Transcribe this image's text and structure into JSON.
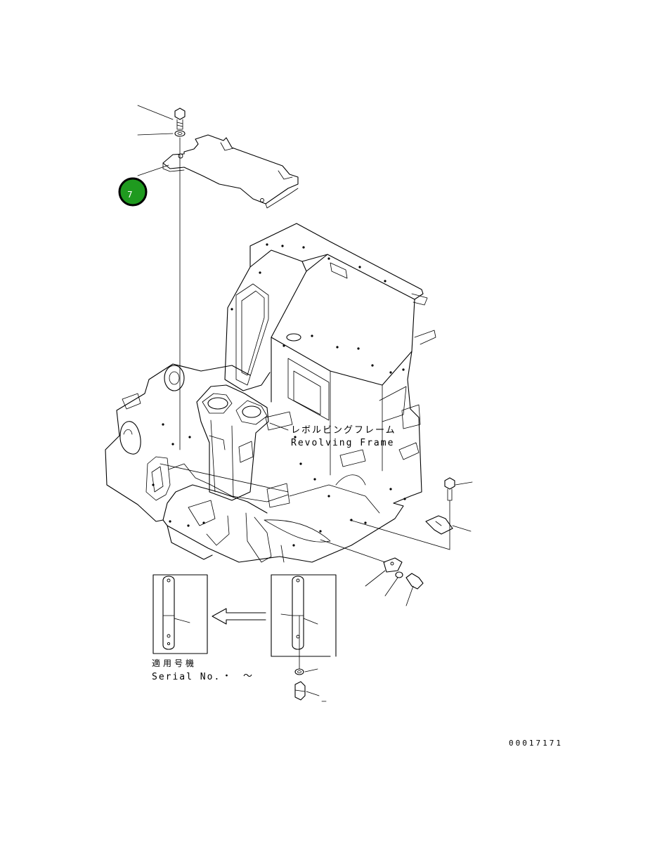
{
  "callout": {
    "label": "7",
    "color": "#1f9a1f"
  },
  "frame_label": {
    "jp": "レボルビングフレーム",
    "en": "Revolving Frame"
  },
  "serial": {
    "jp": "適用号機",
    "en": "Serial No.",
    "range_mark": "・　～"
  },
  "drawing_number": "00017171",
  "arrow_direction": "left",
  "colors": {
    "line": "#000000",
    "background": "#ffffff",
    "callout_fill": "#1f9a1f"
  }
}
